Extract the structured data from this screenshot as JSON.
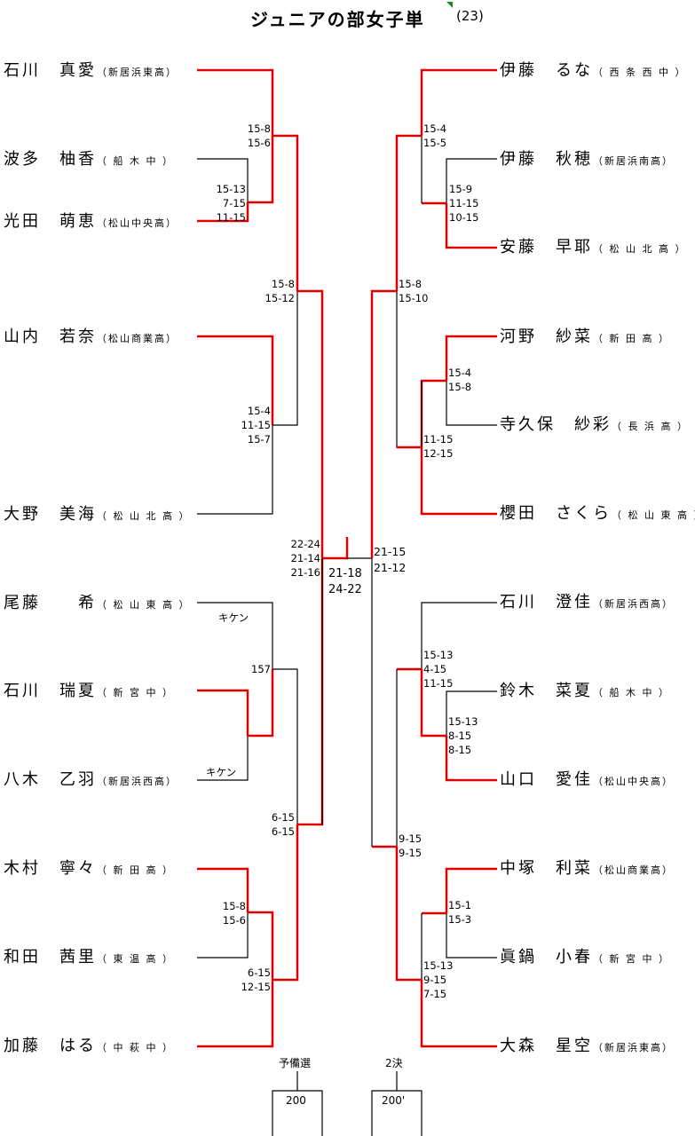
{
  "title": "ジュニアの部女子単",
  "title_count": "(23)",
  "colors": {
    "winner_line": "#e00000",
    "line": "#000000",
    "flag": "#1a8a1a"
  },
  "left_players": [
    {
      "name": "石川　真愛",
      "school": "（新居浜東高）"
    },
    {
      "name": "波多　柚香",
      "school": "（ 船 木 中 ）"
    },
    {
      "name": "光田　萌恵",
      "school": "（松山中央高）"
    },
    {
      "name": "山内　若奈",
      "school": "（松山商業高）"
    },
    {
      "name": "大野　美海",
      "school": "（ 松 山 北 高 ）"
    },
    {
      "name": "尾藤　　希",
      "school": "（ 松 山 東 高 ）"
    },
    {
      "name": "石川　瑞夏",
      "school": "（ 新 宮 中 ）"
    },
    {
      "name": "八木　乙羽",
      "school": "（新居浜西高）"
    },
    {
      "name": "木村　寧々",
      "school": "（ 新 田 高 ）"
    },
    {
      "name": "和田　茜里",
      "school": "（ 東 温 高 ）"
    },
    {
      "name": "加藤　はる",
      "school": "（ 中 萩 中 ）"
    }
  ],
  "right_players": [
    {
      "name": "伊藤　るな",
      "school": "（ 西 条 西 中 ）"
    },
    {
      "name": "伊藤　秋穂",
      "school": "（新居浜南高）"
    },
    {
      "name": "安藤　早耶",
      "school": "（ 松 山 北 高 ）"
    },
    {
      "name": "河野　紗菜",
      "school": "（ 新 田 高 ）"
    },
    {
      "name": "寺久保　紗彩",
      "school": "（ 長 浜 高 ）"
    },
    {
      "name": "櫻田　さくら",
      "school": "（ 松 山 東 高 ）"
    },
    {
      "name": "石川　澄佳",
      "school": "（新居浜西高）"
    },
    {
      "name": "鈴木　菜夏",
      "school": "（ 船 木 中 ）"
    },
    {
      "name": "山口　愛佳",
      "school": "（松山中央高）"
    },
    {
      "name": "中塚　利菜",
      "school": "（松山商業高）"
    },
    {
      "name": "眞鍋　小春",
      "school": "（ 新 宮 中 ）"
    },
    {
      "name": "大森　星空",
      "school": "（新居浜東高）"
    }
  ],
  "scores": {
    "l_r1_top": "15-8\n15-6",
    "l_r0_hata_mitsuda": "15-13\n7-15\n11-15",
    "l_r2_top": "15-8\n15-12",
    "l_r1_yamauchi": "15-4\n11-15\n15-7",
    "l_semi": "22-24\n21-14\n21-16",
    "final": "21-18\n24-22",
    "l_kiken_1": "キケン",
    "l_kiken_2": "キケン",
    "l_r1_bito": "157",
    "l_r2_bottom": "6-15\n6-15",
    "l_r0_kimura_wada": "15-8\n15-6",
    "l_r1_kato": "6-15\n12-15",
    "r_r1_top": "15-4\n15-5",
    "r_r0_akiho_saya": "15-9\n11-15\n10-15",
    "r_r2_top": "15-8\n15-10",
    "r_r0_kawano_terakubo": "15-4\n15-8",
    "r_r1_sakurada": "11-15\n12-15",
    "r_semi": "21-15\n21-12",
    "r_r1_ishikawa": "15-13\n4-15\n11-15",
    "r_r0_suzuki_yamaguchi": "15-13\n8-15\n8-15",
    "r_r2_bottom": "9-15\n9-15",
    "r_r0_nakatsuka_manabe": "15-1\n15-3",
    "r_r1_omori": "15-13\n9-15\n7-15"
  },
  "footer": {
    "left_label": "予備選",
    "left_box": "200",
    "right_label": "2決",
    "right_box": "200'"
  }
}
